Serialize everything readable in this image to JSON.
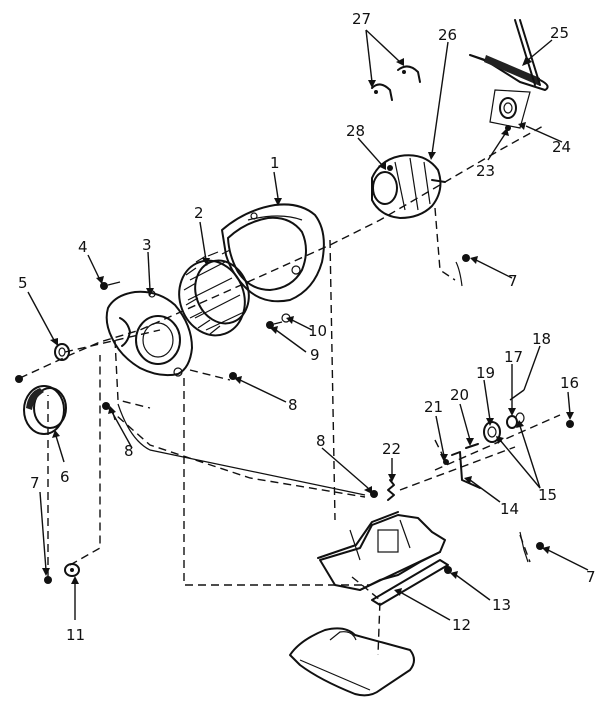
{
  "diagram": {
    "callouts": [
      {
        "id": "1",
        "text": "1"
      },
      {
        "id": "2",
        "text": "2"
      },
      {
        "id": "3",
        "text": "3"
      },
      {
        "id": "4",
        "text": "4"
      },
      {
        "id": "5",
        "text": "5"
      },
      {
        "id": "6",
        "text": "6"
      },
      {
        "id": "7a",
        "text": "7"
      },
      {
        "id": "7b",
        "text": "7"
      },
      {
        "id": "7c",
        "text": "7"
      },
      {
        "id": "8a",
        "text": "8"
      },
      {
        "id": "8b",
        "text": "8"
      },
      {
        "id": "8c",
        "text": "8"
      },
      {
        "id": "9",
        "text": "9"
      },
      {
        "id": "10",
        "text": "10"
      },
      {
        "id": "11",
        "text": "11"
      },
      {
        "id": "12",
        "text": "12"
      },
      {
        "id": "13",
        "text": "13"
      },
      {
        "id": "14",
        "text": "14"
      },
      {
        "id": "15",
        "text": "15"
      },
      {
        "id": "16",
        "text": "16"
      },
      {
        "id": "17",
        "text": "17"
      },
      {
        "id": "18",
        "text": "18"
      },
      {
        "id": "19",
        "text": "19"
      },
      {
        "id": "20",
        "text": "20"
      },
      {
        "id": "21",
        "text": "21"
      },
      {
        "id": "22",
        "text": "22"
      },
      {
        "id": "23",
        "text": "23"
      },
      {
        "id": "24",
        "text": "24"
      },
      {
        "id": "25",
        "text": "25"
      },
      {
        "id": "26",
        "text": "26"
      },
      {
        "id": "27",
        "text": "27"
      },
      {
        "id": "28",
        "text": "28"
      }
    ]
  }
}
